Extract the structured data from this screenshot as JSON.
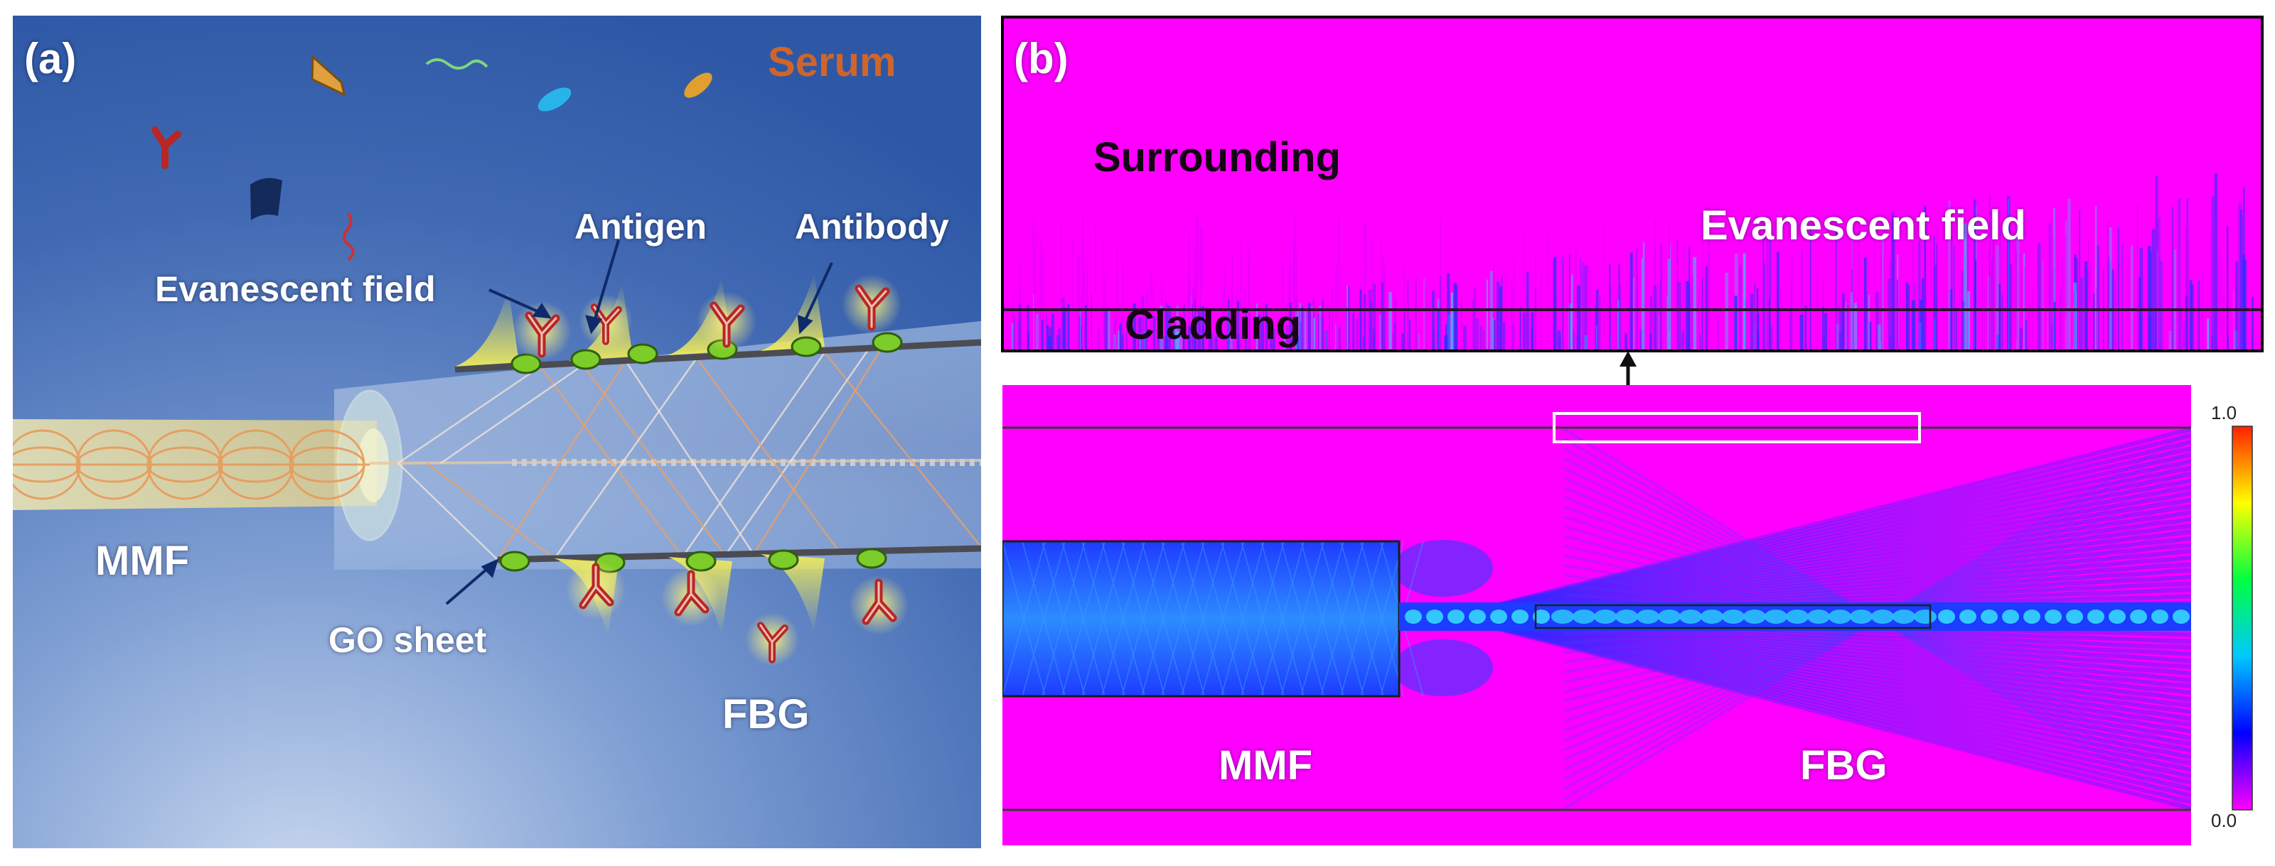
{
  "panel_a": {
    "letter": "(a)",
    "serum": "Serum",
    "evanescent_field": "Evanescent field",
    "antigen": "Antigen",
    "antibody": "Antibody",
    "mmf": "MMF",
    "go_sheet": "GO sheet",
    "fbg": "FBG"
  },
  "panel_b": {
    "letter": "(b)",
    "surrounding": "Surrounding",
    "evanescent_field": "Evanescent field",
    "cladding": "Cladding",
    "mmf": "MMF",
    "fbg": "FBG",
    "colorbar": {
      "max": "1.0",
      "min": "0.0"
    }
  },
  "colors": {
    "panel_a_background": "#3d6bb5",
    "field_magenta": "#ff00ff",
    "field_blue": "#1a3cff",
    "field_cyan": "#36d6ff",
    "serum_text": "#d0652a",
    "evanescent_yellow": "#e8e060",
    "go_sheet_green": "#7ccc2a",
    "antibody_red": "#c02828"
  }
}
